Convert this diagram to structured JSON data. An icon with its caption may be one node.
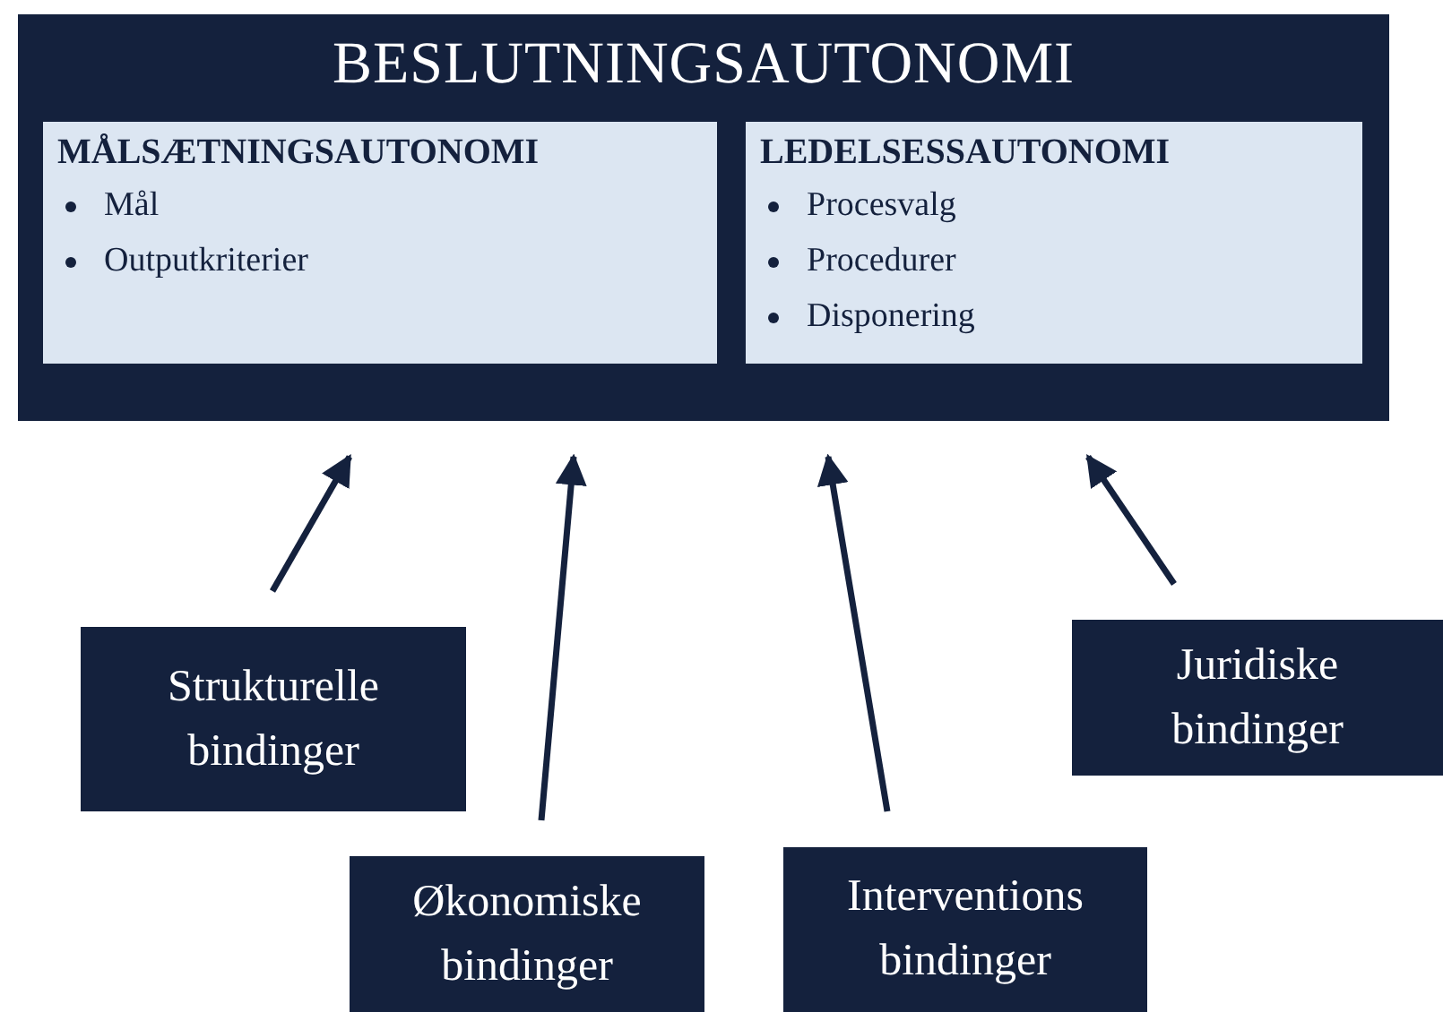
{
  "diagram": {
    "nodes": [
      {
        "text": [
          "BESLUTNINGSAUTONOMI"
        ]
      },
      {
        "text": [
          "MÅLSÆTNINGSAUTONOMI",
          "Mål",
          "Outputkriterier"
        ],
        "in": 0
      },
      {
        "text": [
          "LEDELSESSAUTONOMI",
          "Procesvalg",
          "Procedurer",
          "Disponering"
        ],
        "in": 0
      },
      {
        "text": [
          "Strukturelle bindinger"
        ]
      },
      {
        "text": [
          "Økonomiske bindinger"
        ]
      },
      {
        "text": [
          "Interventions bindinger"
        ]
      },
      {
        "text": [
          "Juridiske bindinger"
        ]
      }
    ],
    "edges": [
      {
        "from": 3,
        "to": 0,
        "arrow": "to"
      },
      {
        "from": 4,
        "to": 0,
        "arrow": "to"
      },
      {
        "from": 5,
        "to": 0,
        "arrow": "to"
      },
      {
        "from": 6,
        "to": 0,
        "arrow": "to"
      }
    ]
  }
}
